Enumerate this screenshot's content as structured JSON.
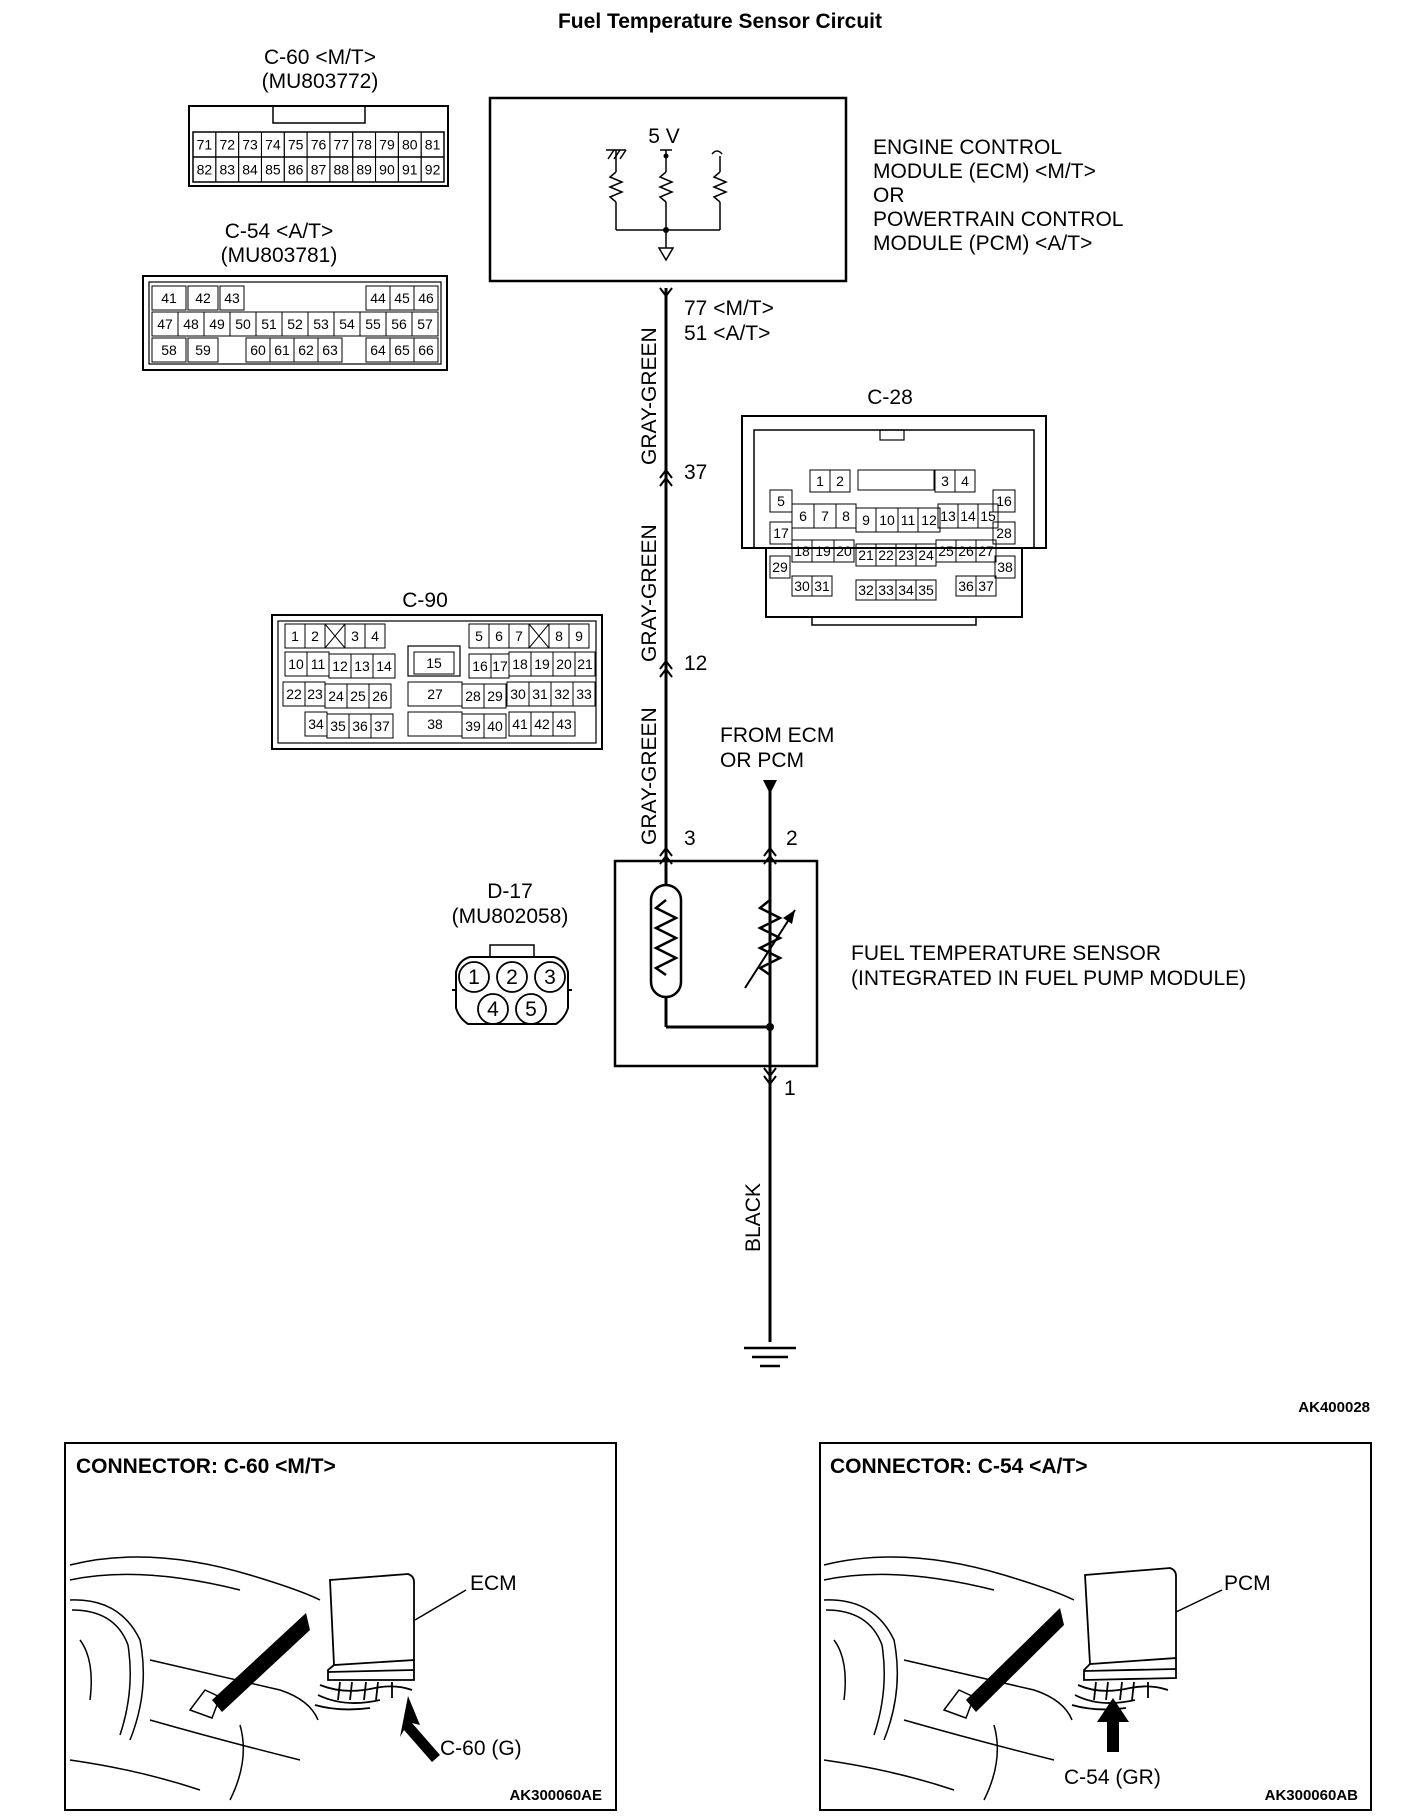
{
  "title": "Fuel Temperature Sensor Circuit",
  "ref_code": "AK400028",
  "connectors": {
    "c60": {
      "name": "C-60 <M/T>",
      "part": "(MU803772)",
      "row1": [
        "71",
        "72",
        "73",
        "74",
        "75",
        "76",
        "77",
        "78",
        "79",
        "80",
        "81"
      ],
      "row2": [
        "82",
        "83",
        "84",
        "85",
        "86",
        "87",
        "88",
        "89",
        "90",
        "91",
        "92"
      ]
    },
    "c54": {
      "name": "C-54 <A/T>",
      "part": "(MU803781)",
      "row1": [
        "41",
        "42",
        "43",
        "44",
        "45",
        "46"
      ],
      "row2": [
        "47",
        "48",
        "49",
        "50",
        "51",
        "52",
        "53",
        "54",
        "55",
        "56",
        "57"
      ],
      "row3": [
        "58",
        "59",
        "60",
        "61",
        "62",
        "63",
        "64",
        "65",
        "66"
      ]
    },
    "c28": {
      "name": "C-28",
      "pins": [
        "1",
        "2",
        "3",
        "4",
        "5",
        "6",
        "7",
        "8",
        "9",
        "10",
        "11",
        "12",
        "13",
        "14",
        "15",
        "16",
        "17",
        "18",
        "19",
        "20",
        "21",
        "22",
        "23",
        "24",
        "25",
        "26",
        "27",
        "28",
        "29",
        "30",
        "31",
        "32",
        "33",
        "34",
        "35",
        "36",
        "37",
        "38"
      ]
    },
    "c90": {
      "name": "C-90",
      "pins": [
        "1",
        "2",
        "3",
        "4",
        "5",
        "6",
        "7",
        "8",
        "9",
        "10",
        "11",
        "12",
        "13",
        "14",
        "15",
        "16",
        "17",
        "18",
        "19",
        "20",
        "21",
        "22",
        "23",
        "24",
        "25",
        "26",
        "27",
        "28",
        "29",
        "30",
        "31",
        "32",
        "33",
        "34",
        "35",
        "36",
        "37",
        "38",
        "39",
        "40",
        "41",
        "42",
        "43"
      ]
    },
    "d17": {
      "name": "D-17",
      "part": "(MU802058)",
      "pins": [
        "1",
        "2",
        "3",
        "4",
        "5"
      ]
    }
  },
  "ecm": {
    "voltage": "5 V",
    "line1": "ENGINE CONTROL",
    "line2": "MODULE (ECM) <M/T>",
    "line3": "OR",
    "line4": "POWERTRAIN CONTROL",
    "line5": "MODULE (PCM) <A/T>"
  },
  "wire": {
    "pin_mt": "77 <M/T>",
    "pin_at": "51 <A/T>",
    "color1": "GRAY-GREEN",
    "color2": "GRAY-GREEN",
    "color3": "GRAY-GREEN",
    "junction_37": "37",
    "junction_12": "12",
    "pin3": "3",
    "pin2": "2",
    "pin1": "1",
    "ground_color": "BLACK"
  },
  "from_ecm": {
    "line1": "FROM ECM",
    "line2": "OR PCM"
  },
  "sensor": {
    "line1": "FUEL TEMPERATURE SENSOR",
    "line2": "(INTEGRATED IN FUEL PUMP MODULE)"
  },
  "panel_left": {
    "title": "CONNECTOR: C-60 <M/T>",
    "module": "ECM",
    "connector": "C-60 (G)",
    "code": "AK300060AE"
  },
  "panel_right": {
    "title": "CONNECTOR: C-54 <A/T>",
    "module": "PCM",
    "connector": "C-54 (GR)",
    "code": "AK300060AB"
  }
}
